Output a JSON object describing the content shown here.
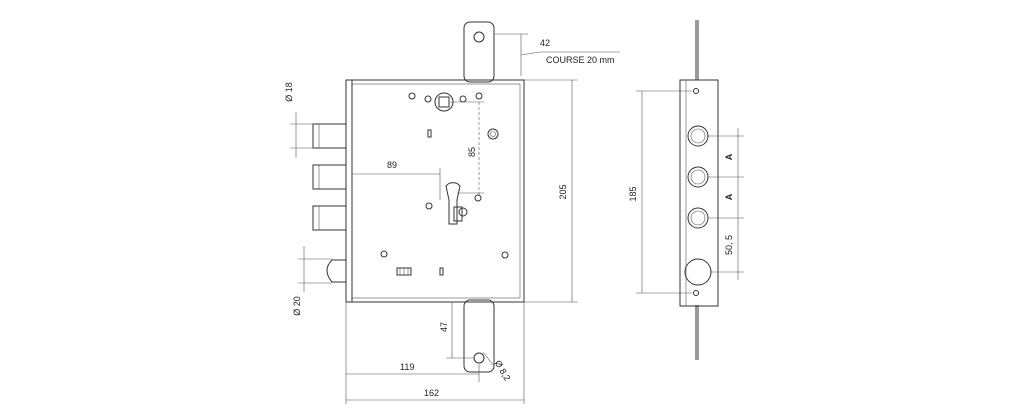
{
  "dimensions": {
    "stroke": "42",
    "stroke_note": "COURSE 20 mm",
    "bolt_diameter": "Ø 18",
    "backset_89": "89",
    "height_85": "85",
    "height_205": "205",
    "latch_diameter": "Ø 20",
    "height_47": "47",
    "hole_diameter": "Ø 8,2",
    "width_119": "119",
    "width_162": "162",
    "side_height_185": "185",
    "spacing_a1": "A",
    "spacing_a2": "A",
    "spacing_50_5": "50, 5"
  },
  "colors": {
    "line": "#333333",
    "background": "#ffffff"
  }
}
